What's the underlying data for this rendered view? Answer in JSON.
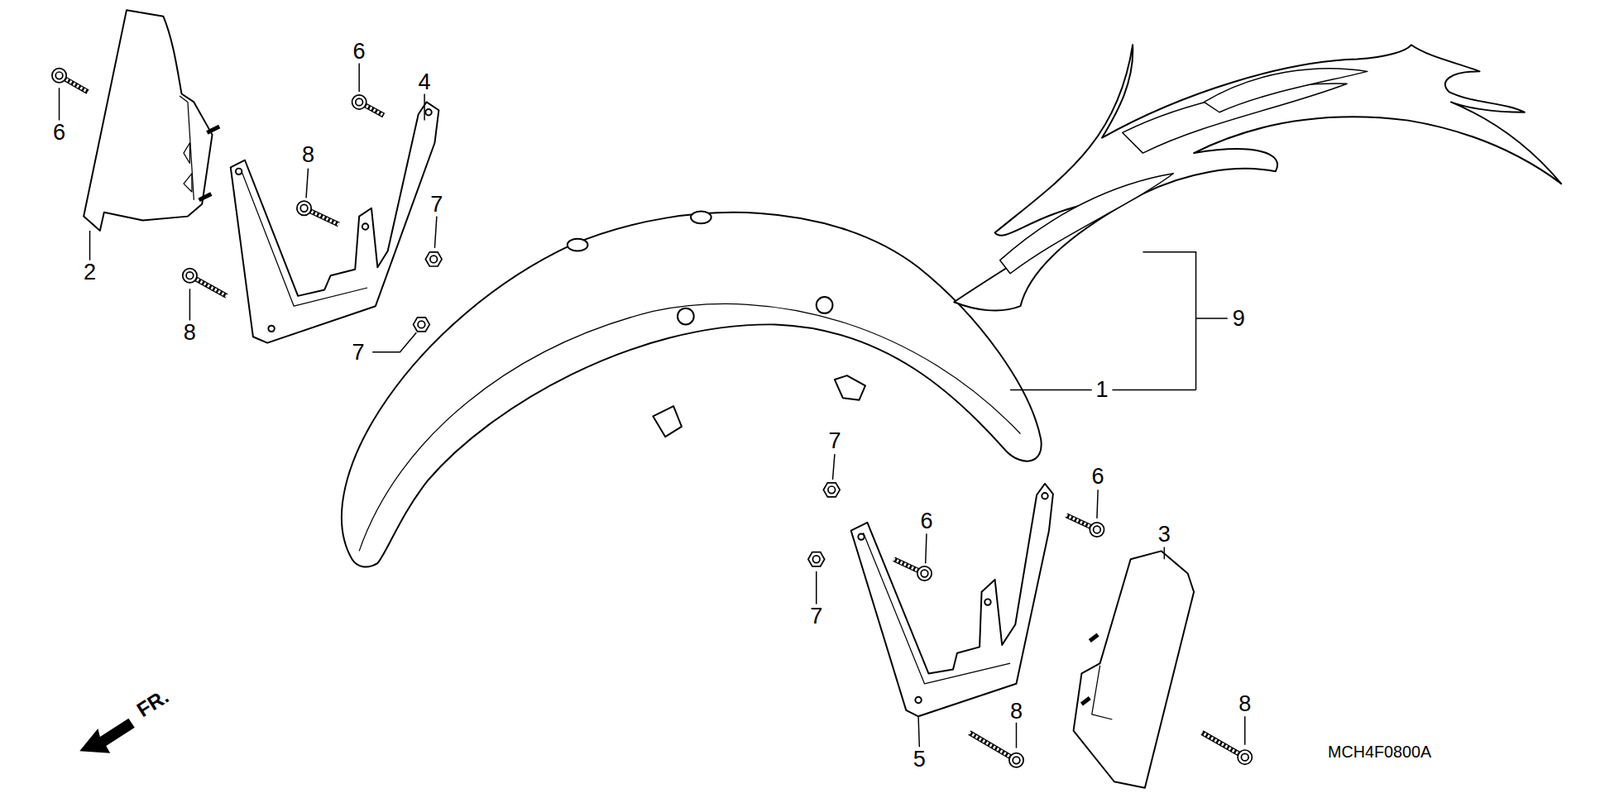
{
  "diagram": {
    "labels": [
      "6",
      "6",
      "4",
      "8",
      "7",
      "2",
      "8",
      "7",
      "9",
      "1",
      "7",
      "6",
      "6",
      "3",
      "7",
      "8",
      "5",
      "8",
      "FR.",
      "MCH4F0800A"
    ]
  }
}
